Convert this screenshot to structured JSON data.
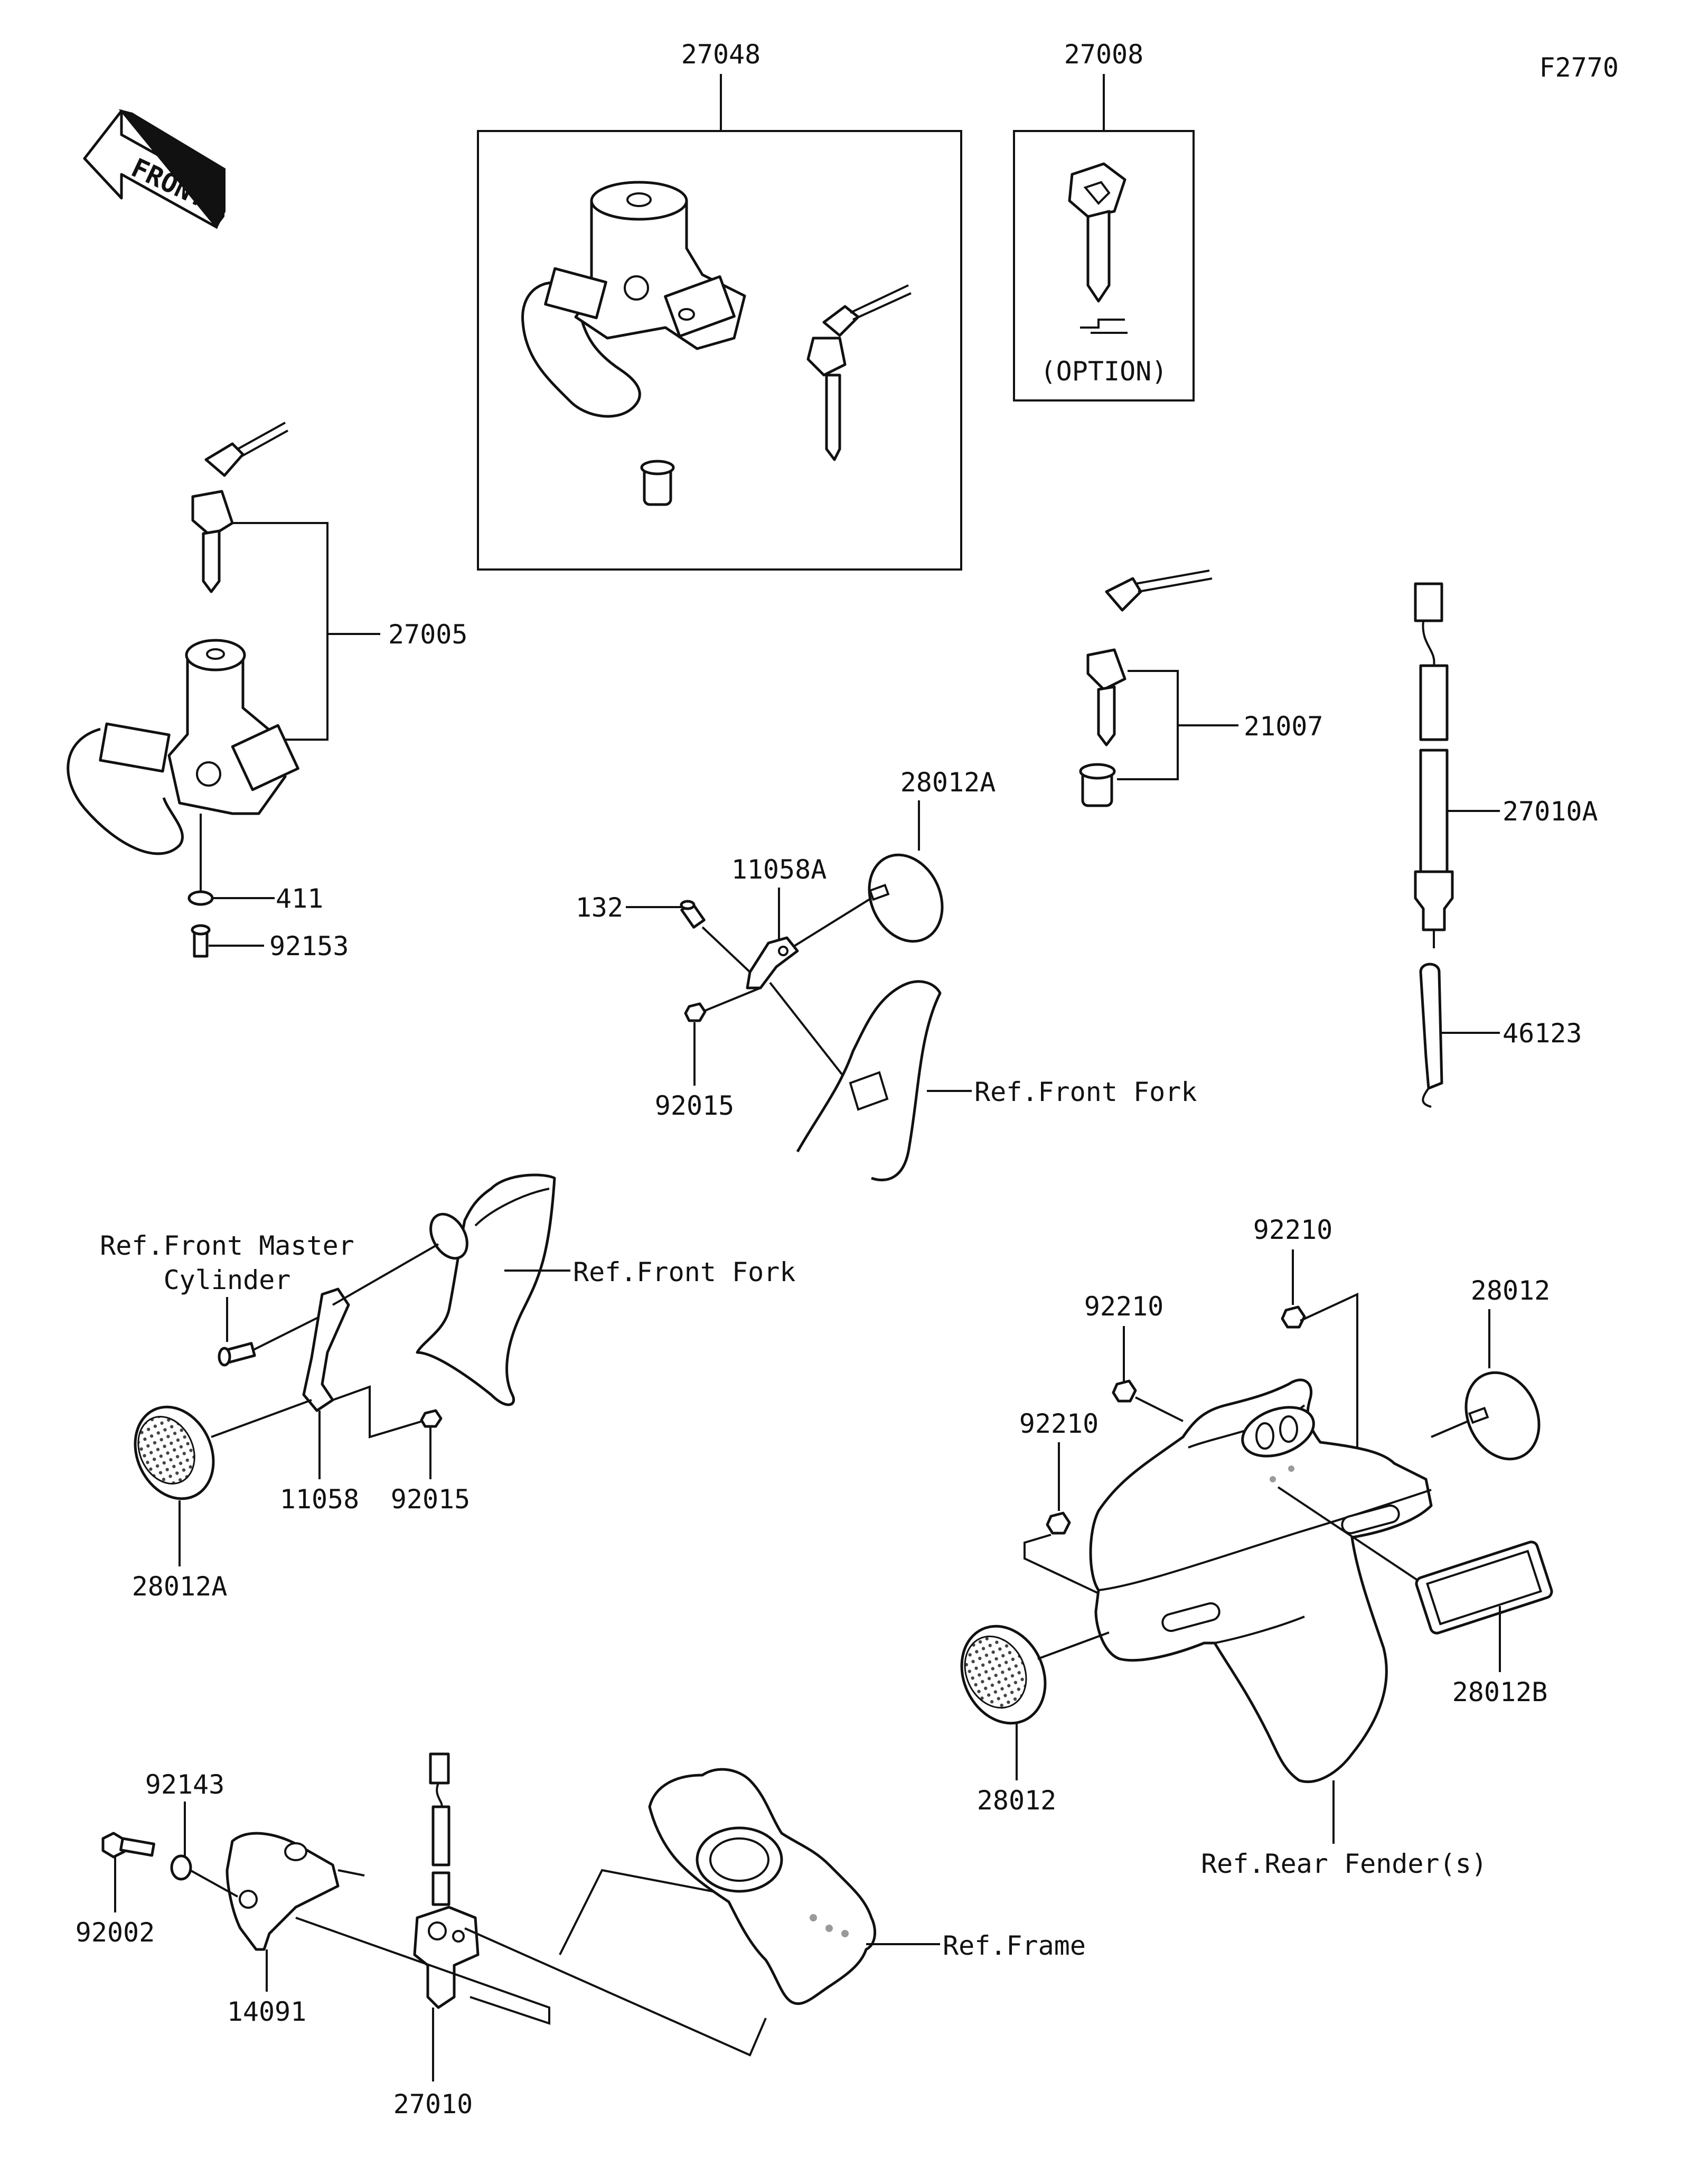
{
  "diagram_code": "F2770",
  "front_indicator": "FRONT",
  "option_label": "(OPTION)",
  "part_labels": {
    "p27048": "27048",
    "p27008": "27008",
    "p27005": "27005",
    "p411": "411",
    "p92153": "92153",
    "p21007": "21007",
    "p27010A": "27010A",
    "p46123": "46123",
    "p28012A_top": "28012A",
    "p11058A": "11058A",
    "p132": "132",
    "p92015_top": "92015",
    "ref_front_fork_top": "Ref.Front Fork",
    "ref_front_master_1": "Ref.Front Master",
    "ref_front_master_2": "Cylinder",
    "ref_front_fork_mid": "Ref.Front Fork",
    "p11058": "11058",
    "p92015_mid": "92015",
    "p28012A_mid": "28012A",
    "p92210_a": "92210",
    "p92210_b": "92210",
    "p92210_c": "92210",
    "p28012_right": "28012",
    "p28012B": "28012B",
    "p28012_bottom": "28012",
    "ref_rear_fender": "Ref.Rear Fender(s)",
    "p92143": "92143",
    "p92002": "92002",
    "p14091": "14091",
    "p27010": "27010",
    "ref_frame": "Ref.Frame"
  }
}
